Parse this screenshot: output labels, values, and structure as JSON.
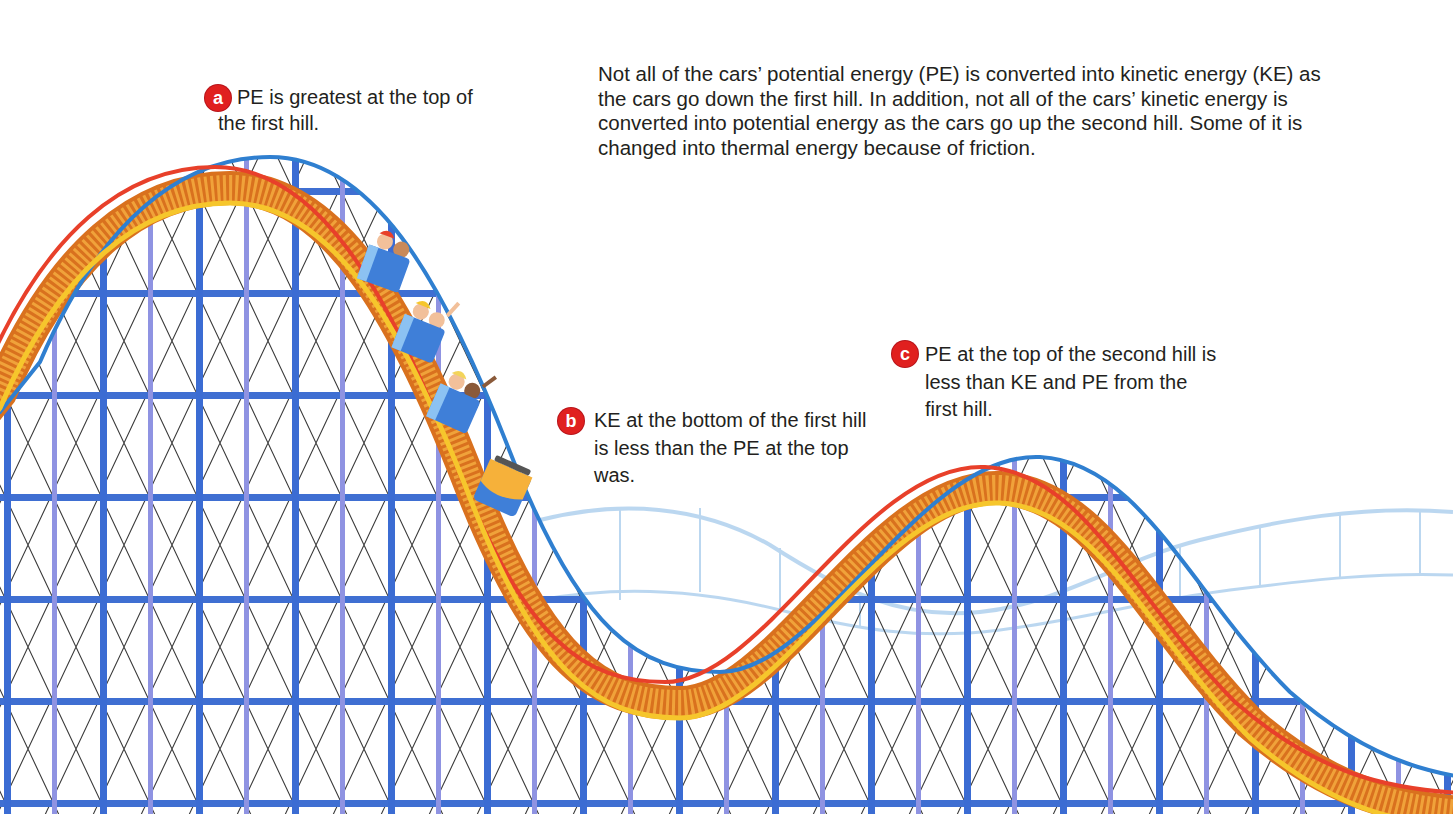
{
  "diagram": {
    "nodes": [
      {
        "text": [
          "a"
        ]
      },
      {
        "text": [
          "b"
        ]
      },
      {
        "text": [
          "c"
        ]
      }
    ],
    "labels": [
      "PE is greatest at the top of the first hill.",
      "Not all of the cars’ potential energy (PE) is converted into kinetic energy (KE) as the cars go down the first hill. In addition, not all of the cars’ kinetic energy is converted into potential energy as the cars go up the second hill. Some of it is changed into thermal energy because of friction.",
      "KE at the bottom of the first hill is less than the PE at the top was.",
      "PE at the top of the second hill is less than KE and PE from the first hill."
    ]
  }
}
